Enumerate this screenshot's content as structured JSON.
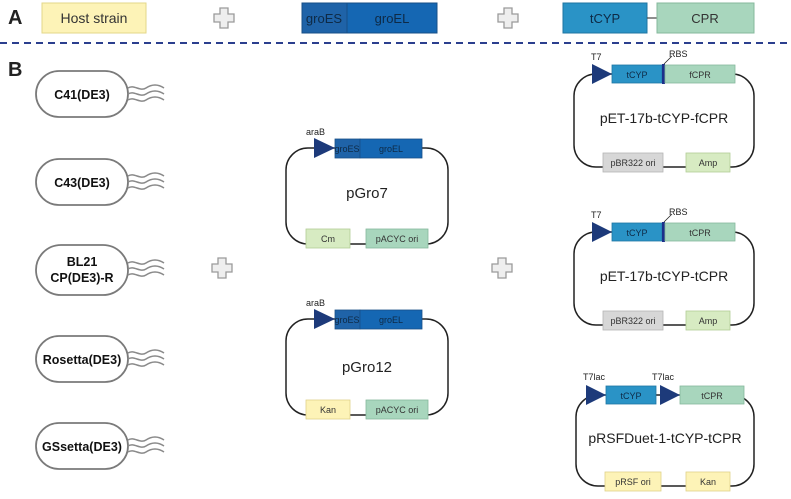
{
  "panel_a": {
    "label": "A",
    "host_strain": "Host strain",
    "groES": "groES",
    "groEL": "groEL",
    "tCYP": "tCYP",
    "CPR": "CPR",
    "colors": {
      "host": "#fdf3b7",
      "groES": "#1f63a8",
      "groEL": "#1567b3",
      "tCYP": "#2a93c6",
      "CPR": "#a8d6bd"
    }
  },
  "panel_b": {
    "label": "B",
    "strains": [
      "C41(DE3)",
      "C43(DE3)",
      "BL21",
      "CP(DE3)-R",
      "Rosetta(DE3)",
      "GSsetta(DE3)"
    ],
    "chaperone_plasmids": [
      {
        "name": "pGro7",
        "promoter": "araB",
        "gene1": "groES",
        "gene2": "groEL",
        "marker": "Cm",
        "ori": "pACYC ori",
        "marker_color": "#d7ebc2"
      },
      {
        "name": "pGro12",
        "promoter": "araB",
        "gene1": "groES",
        "gene2": "groEL",
        "marker": "Kan",
        "ori": "pACYC ori",
        "marker_color": "#fdf3b7"
      }
    ],
    "expression_plasmids": [
      {
        "name": "pET-17b-tCYP-fCPR",
        "promoter": "T7",
        "rbs": "RBS",
        "gene1": "tCYP",
        "gene2": "fCPR",
        "ori": "pBR322 ori",
        "marker": "Amp"
      },
      {
        "name": "pET-17b-tCYP-tCPR",
        "promoter": "T7",
        "rbs": "RBS",
        "gene1": "tCYP",
        "gene2": "tCPR",
        "ori": "pBR322 ori",
        "marker": "Amp"
      },
      {
        "name": "pRSFDuet-1-tCYP-tCPR",
        "promoter1": "T7lac",
        "promoter2": "T7lac",
        "gene1": "tCYP",
        "gene2": "tCPR",
        "ori": "pRSF ori",
        "marker": "Kan"
      }
    ]
  }
}
